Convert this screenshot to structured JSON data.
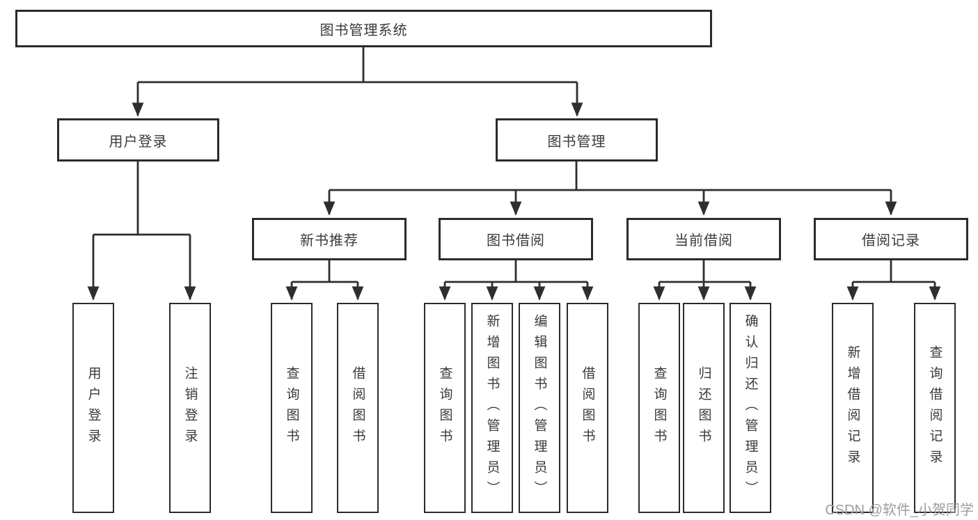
{
  "diagram": {
    "root": {
      "label": "图书管理系统"
    },
    "branches": [
      {
        "label": "用户登录",
        "children": [
          {
            "label": "用户登录"
          },
          {
            "label": "注销登录"
          }
        ]
      },
      {
        "label": "图书管理",
        "children": [
          {
            "label": "新书推荐",
            "children": [
              {
                "label": "查询图书"
              },
              {
                "label": "借阅图书"
              }
            ]
          },
          {
            "label": "图书借阅",
            "children": [
              {
                "label": "查询图书"
              },
              {
                "label": "新增图书（管理员）"
              },
              {
                "label": "编辑图书（管理员）"
              },
              {
                "label": "借阅图书"
              }
            ]
          },
          {
            "label": "当前借阅",
            "children": [
              {
                "label": "查询图书"
              },
              {
                "label": "归还图书"
              },
              {
                "label": "确认归还（管理员）"
              }
            ]
          },
          {
            "label": "借阅记录",
            "children": [
              {
                "label": "新增借阅记录"
              },
              {
                "label": "查询借阅记录"
              }
            ]
          }
        ]
      }
    ]
  },
  "watermark": {
    "text": "CSDN @软件_小贺同学"
  },
  "colors": {
    "line": "#2e2e2e",
    "box_border": "#2b2b2b",
    "box_fill": "#ffffff",
    "text": "#3a3a3a",
    "watermark": "#9c9c9c",
    "background": "#ffffff"
  }
}
